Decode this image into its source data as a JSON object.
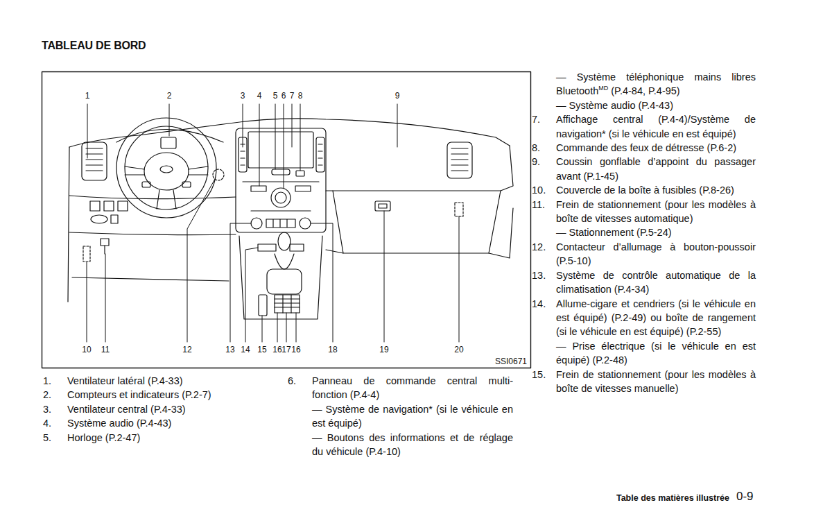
{
  "diagram": {
    "title": "TABLEAU DE BORD",
    "labels": [
      "1",
      "2",
      "3",
      "4",
      "5",
      "6",
      "7",
      "8",
      "9",
      "10",
      "11",
      "12",
      "13",
      "14",
      "15",
      "16",
      "17",
      "16",
      "18",
      "19",
      "20",
      "SSI0671",
      "1.",
      "Ventilateur latéral (P.4-33)",
      "2.",
      "Compteurs et indicateurs (P.2-7)",
      "3.",
      "Ventilateur central (P.4-33)",
      "4.",
      "Système audio (P.4-43)",
      "5.",
      "Horloge (P.2-47)",
      "6.",
      "Panneau de commande central multi-fonction (P.4-4)",
      "— Système de navigation* (si le véhicule en est équipé)",
      "— Boutons des informations et de réglage du véhicule (P.4-10)",
      "— Système téléphonique mains libres Bluetooth",
      "MD",
      "(P.4-84, P.4-95)",
      "— Système audio (P.4-43)",
      "7.",
      "Affichage central (P.4-4)/Système de navigation* (si le véhicule en est équipé)",
      "8.",
      "Commande des feux de détresse (P.6-2)",
      "9.",
      "Coussin gonflable d’appoint du passager avant (P.1-45)",
      "10.",
      "Couvercle de la boîte à fusibles (P.8-26)",
      "11.",
      "Frein de stationnement (pour les modèles à boîte de vitesses automatique)",
      "— Stationnement (P.5-24)",
      "12.",
      "Contacteur d’allumage à bouton-poussoir (P.5-10)",
      "13.",
      "Système de contrôle automatique de la climatisation (P.4-34)",
      "14.",
      "Allume-cigare et cendriers (si le véhicule en est équipé) (P.2-49) ou boîte de rangement (si le véhicule en est équipé) (P.2-55)",
      "— Prise électrique (si le véhicule en est équipé) (P.2-48)",
      "15.",
      "Frein de stationnement (pour les modèles à boîte de vitesses manuelle)",
      "Table des matières illustrée",
      "0-9"
    ]
  }
}
